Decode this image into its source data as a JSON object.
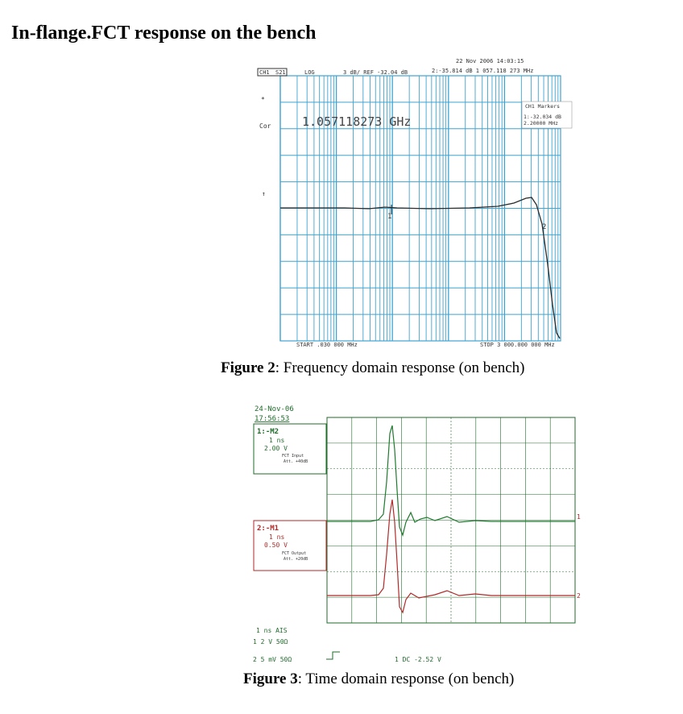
{
  "section_title": "In-flange.FCT response on the bench",
  "figure2": {
    "caption_label": "Figure 2",
    "caption_text": ":  Frequency domain response (on bench)",
    "header_left": [
      "CH1",
      "S21",
      "LOG",
      "3 dB/ REF -32.04 dB"
    ],
    "header_date": "22 Nov 2006  14:03:15",
    "header_marker": "2:-35.814 dB   1 057.118 273 MHz",
    "side_labels": [
      "*",
      "Cor",
      "↑"
    ],
    "marker_freq": "1.057118273 GHz",
    "markers_box_title": "CH1 Markers",
    "markers_box_lines": [
      "1:-32.034 dB",
      "2.20000 MHz"
    ],
    "start_label": "START  .030 000 MHz",
    "stop_label": "STOP 3 000.000 000 MHz",
    "marker_labels": [
      "1",
      "2"
    ],
    "colors": {
      "grid": "#3fa4d1",
      "trace": "#2b2b2b"
    }
  },
  "figure3": {
    "caption_label": "Figure 3",
    "caption_text": ":  Time domain response (on bench)",
    "date": "24-Nov-06",
    "time": "17:56:53",
    "ch1_box": {
      "id": "1:-M2",
      "lines": [
        "1 ns",
        "2.00 V"
      ],
      "note": [
        "FCT Input",
        "Att. +40dB"
      ]
    },
    "ch2_box": {
      "id": "2:-M1",
      "lines": [
        "1 ns",
        "0.50 V"
      ],
      "note": [
        "FCT Output",
        "Att. +20dB"
      ]
    },
    "bottom_lines": [
      "1 ns AIS",
      "1   2  V  50Ω",
      "2   5 mV  50Ω"
    ],
    "trigger": "1  DC -2.52 V",
    "channel_markers": [
      "1",
      "2"
    ],
    "colors": {
      "grid": "#1f6b2a",
      "ch1": "#1f7a2e",
      "ch2": "#b02a2a"
    }
  }
}
